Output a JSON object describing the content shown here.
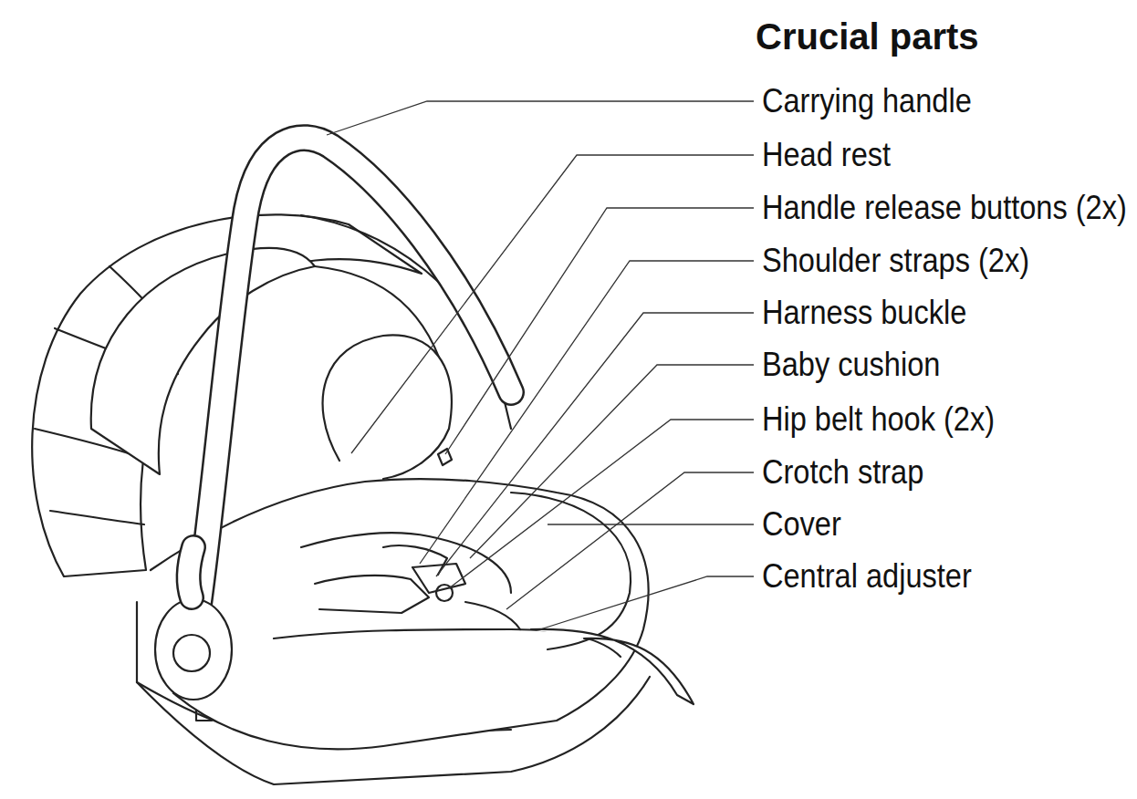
{
  "diagram": {
    "title": "Crucial parts",
    "labels": [
      "Carrying handle",
      "Head rest",
      "Handle release buttons (2x)",
      "Shoulder straps (2x)",
      "Harness buckle",
      "Baby cushion",
      "Hip belt hook (2x)",
      "Crotch strap",
      "Cover",
      "Central adjuster"
    ]
  }
}
